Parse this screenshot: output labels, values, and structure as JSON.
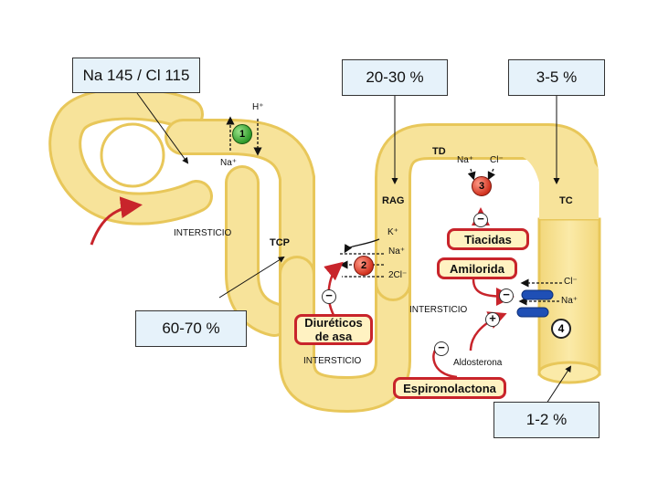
{
  "callouts": {
    "plasma_concentration": "Na 145 / Cl 115",
    "rag_reabsorption": "20-30 %",
    "tc_reabsorption": "3-5 %",
    "tcp_reabsorption": "60-70 %",
    "collecting_reabsorption": "1-2 %"
  },
  "segments": {
    "tcp": "TCP",
    "rag": "RAG",
    "td": "TD",
    "tc": "TC"
  },
  "interstitium_labels": [
    "INTERSTICIO",
    "INTERSTICIO",
    "INTERSTICIO"
  ],
  "transporters": {
    "t1": "1",
    "t2": "2",
    "t3": "3",
    "t4": "4"
  },
  "ions": {
    "proximal_h": "H⁺",
    "proximal_na": "Na⁺",
    "loop_k": "K⁺",
    "loop_na": "Na⁺",
    "loop_cl": "2Cl⁻",
    "distal_na": "Na⁺",
    "distal_cl": "Cl⁻",
    "collecting_cl": "Cl⁻",
    "collecting_na": "Na⁺"
  },
  "drugs": {
    "loop": "Diuréticos de asa",
    "thiazide": "Tiacidas",
    "amiloride": "Amilorida",
    "spironolactone": "Espironolactona",
    "aldosterone": "Aldosterona"
  },
  "signs": {
    "minus": "−",
    "plus": "+"
  },
  "colors": {
    "tubule_fill": "#f7e39a",
    "tubule_edge": "#e8c75a",
    "arrow_red": "#c8242b",
    "pill_border": "#c8242b",
    "callout_fill": "#e6f2fa",
    "channel_blue": "#1f4fb5"
  }
}
